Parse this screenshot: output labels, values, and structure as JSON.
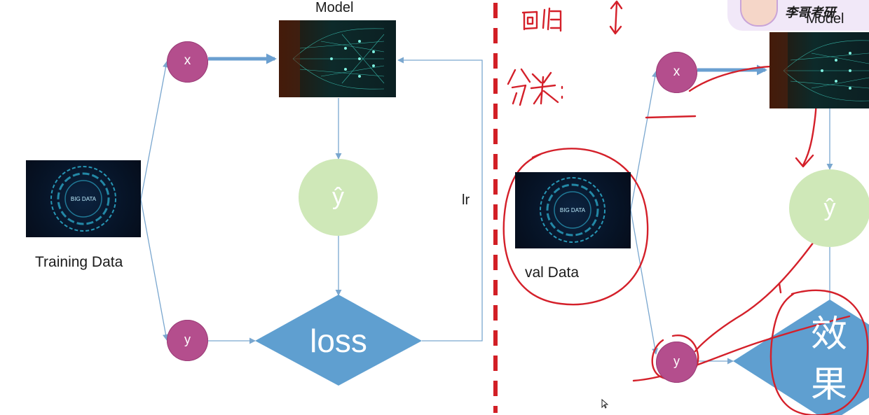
{
  "left_diagram": {
    "model_label": "Model",
    "x_node": "x",
    "yhat_node": "ŷ",
    "y_node": "y",
    "loss_node": "loss",
    "lr_label": "lr",
    "training_label": "Training Data",
    "bigdata_text": "BIG DATA"
  },
  "right_diagram": {
    "model_label": "Model",
    "x_node": "x",
    "yhat_node": "ŷ",
    "y_node": "y",
    "effect_top": "效",
    "effect_bottom": "果",
    "val_label": "val Data",
    "bigdata_text": "BIG DATA"
  },
  "overlay": {
    "watermark": "李哥考研",
    "annotations": [
      "回归",
      "分类:"
    ]
  },
  "colors": {
    "node_magenta": "#b44e8d",
    "node_green": "#cfe8b8",
    "diamond_blue": "#5f9fd0",
    "arrow_blue": "#7aa7cf",
    "divider_red": "#d21f26",
    "ink_red": "#d4202a"
  }
}
